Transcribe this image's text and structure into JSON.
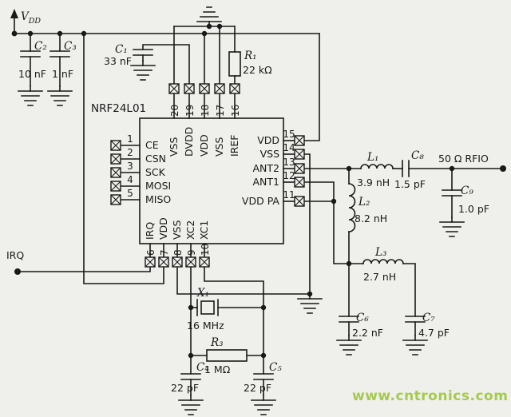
{
  "colors": {
    "ink": "#191919",
    "background": "#efefeb",
    "watermark": "#9dc63f"
  },
  "watermark": {
    "text": "www.cntronics.com"
  },
  "power": {
    "vdd_main": "V",
    "vdd_sub": "DD"
  },
  "irq": {
    "label": "IRQ"
  },
  "rfio": {
    "label": "50 Ω RFIO"
  },
  "chip": {
    "label": "NRF24L01",
    "pins_left": [
      {
        "num": "1",
        "name": "CE"
      },
      {
        "num": "2",
        "name": "CSN"
      },
      {
        "num": "3",
        "name": "SCK"
      },
      {
        "num": "4",
        "name": "MOSI"
      },
      {
        "num": "5",
        "name": "MISO"
      }
    ],
    "pins_top": [
      {
        "num": "20",
        "name": "VSS"
      },
      {
        "num": "19",
        "name": "DVDD"
      },
      {
        "num": "18",
        "name": "VDD"
      },
      {
        "num": "17",
        "name": "VSS"
      },
      {
        "num": "16",
        "name": "IREF"
      }
    ],
    "pins_right": [
      {
        "num": "15",
        "name": "VDD"
      },
      {
        "num": "14",
        "name": "VSS"
      },
      {
        "num": "13",
        "name": "ANT2"
      },
      {
        "num": "12",
        "name": "ANT1"
      },
      {
        "num": "11",
        "name": "VDD PA"
      }
    ],
    "pins_bottom": [
      {
        "num": "6",
        "name": "IRQ"
      },
      {
        "num": "7",
        "name": "VDD"
      },
      {
        "num": "8",
        "name": "VSS"
      },
      {
        "num": "9",
        "name": "XC2"
      },
      {
        "num": "10",
        "name": "XC1"
      }
    ]
  },
  "components": {
    "c1": {
      "ref": "C₁",
      "value": "33 nF"
    },
    "c2": {
      "ref": "C₂",
      "value": "10 nF"
    },
    "c3": {
      "ref": "C₃",
      "value": "1 nF"
    },
    "c4": {
      "ref": "C₄",
      "value": "22 pF"
    },
    "c5": {
      "ref": "C₅",
      "value": "22 pF"
    },
    "c6": {
      "ref": "C₆",
      "value": "2.2 nF"
    },
    "c7": {
      "ref": "C₇",
      "value": "4.7 pF"
    },
    "c8": {
      "ref": "C₈",
      "value": "1.5 pF"
    },
    "c9": {
      "ref": "C₉",
      "value": "1.0 pF"
    },
    "r1": {
      "ref": "R₁",
      "value": "22 kΩ"
    },
    "r3": {
      "ref": "R₃",
      "value": "1 MΩ"
    },
    "l1": {
      "ref": "L₁",
      "value": "3.9 nH"
    },
    "l2": {
      "ref": "L₂",
      "value": "8.2 nH"
    },
    "l3": {
      "ref": "L₃",
      "value": "2.7 nH"
    },
    "x1": {
      "ref": "X₁",
      "value": "16 MHz"
    }
  }
}
